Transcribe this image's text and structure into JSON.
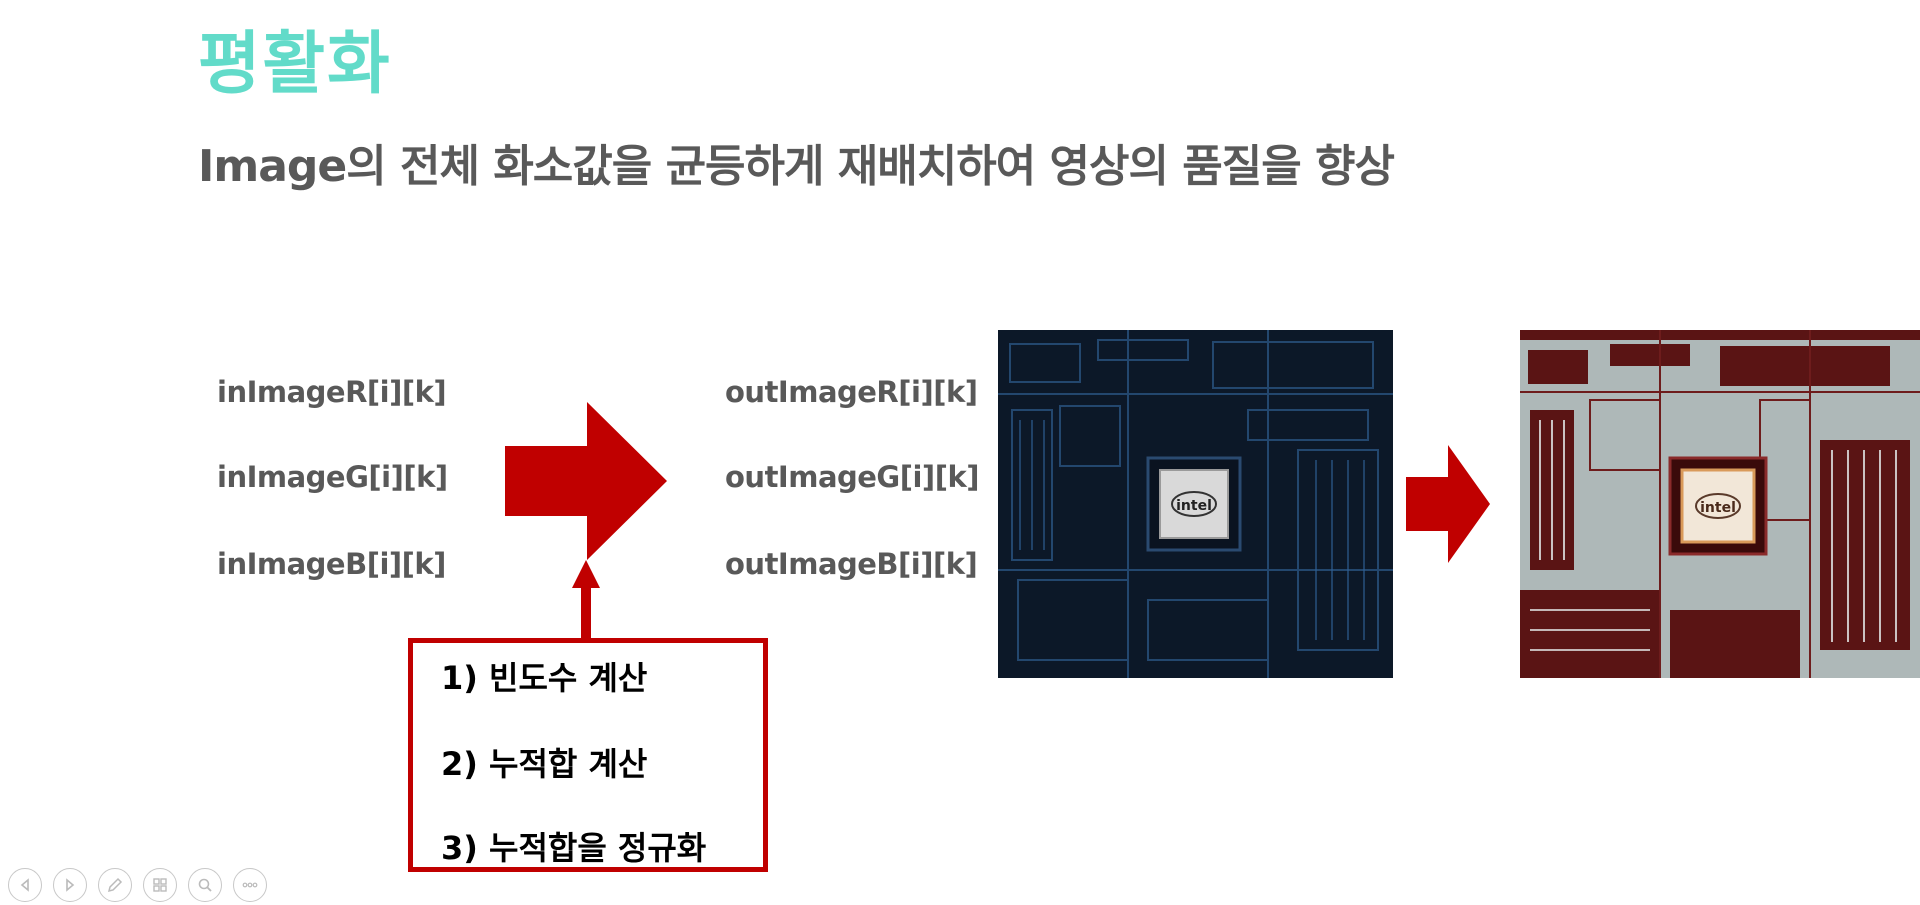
{
  "slide": {
    "title": "평활화",
    "subtitle": "Image의 전체 화소값을 균등하게 재배치하여 영상의 품질을 향상"
  },
  "inputs": [
    "inImageR[i][k]",
    "inImageG[i][k]",
    "inImageB[i][k]"
  ],
  "outputs": [
    "outImageR[i][k]",
    "outImageG[i][k]",
    "outImageB[i][k]"
  ],
  "steps": [
    "1)  빈도수 계산",
    "2) 누적합 계산",
    "3) 누적합을 정규화"
  ],
  "photos": {
    "before_chip_label": "intel",
    "after_chip_label": "intel"
  },
  "colors": {
    "title": "#62dbc9",
    "text": "#595959",
    "accent": "#c00000"
  },
  "navigation": {
    "icons": [
      "previous-icon",
      "next-icon",
      "pen-icon",
      "slides-grid-icon",
      "zoom-icon",
      "more-icon"
    ]
  }
}
